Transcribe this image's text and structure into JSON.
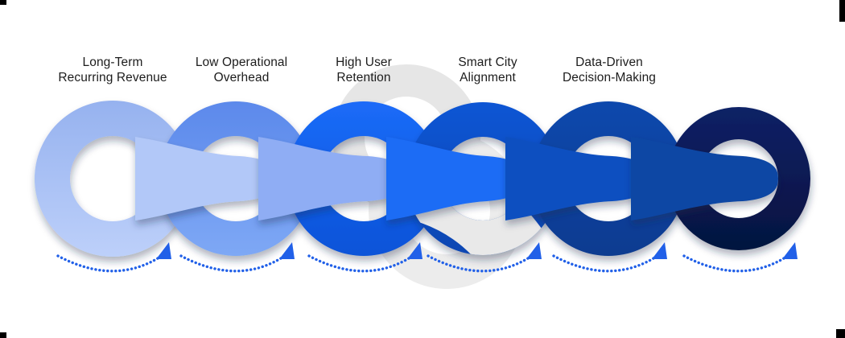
{
  "diagram": {
    "type": "process-chain",
    "description": "Six interlocked chain rings in a blue gradient sequence with dotted flow arrows",
    "background": "#ffffff",
    "arrow_color": "#2160e8",
    "watermark_colors": [
      "#e6e6e6",
      "#ececec",
      "#e9e9e9"
    ],
    "rings": [
      {
        "label": [
          "Long-Term",
          "Recurring Revenue"
        ],
        "color": "#aac3f7",
        "color_top": "#96b2ef",
        "color_bottom": "#bdd0fa",
        "band_color": "#b2c8f8"
      },
      {
        "label": [
          "Low Operational",
          "Overhead"
        ],
        "color": "#6d9af1",
        "color_top": "#5c89eb",
        "color_bottom": "#7ea8f5",
        "band_color": "#8fadf4"
      },
      {
        "label": [
          "High User",
          "Retention"
        ],
        "color": "#1263f0",
        "color_top": "#1b6bf8",
        "color_bottom": "#0c53d8",
        "band_color": "#1e6cf5"
      },
      {
        "label": [
          "Smart City",
          "Alignment"
        ],
        "color": "#0b51cd",
        "color_top": "#0d55d4",
        "color_bottom": "#0846b2",
        "band_color": "#0d4fc0"
      },
      {
        "label": [
          "Data-Driven",
          "Decision-Making"
        ],
        "color": "#0c47ac",
        "color_top": "#0d48ad",
        "color_bottom": "#093b90",
        "band_color": "#0d47a4"
      },
      {
        "label": [],
        "color": "#0a1d5c",
        "color_top": "#0d2166",
        "color_bottom": "#05123f",
        "band_color": null
      }
    ],
    "arrows": {
      "count": 6,
      "style": "dotted-arc",
      "direction": "left-to-right",
      "icon": "curved-dotted-arrow-icon"
    }
  }
}
